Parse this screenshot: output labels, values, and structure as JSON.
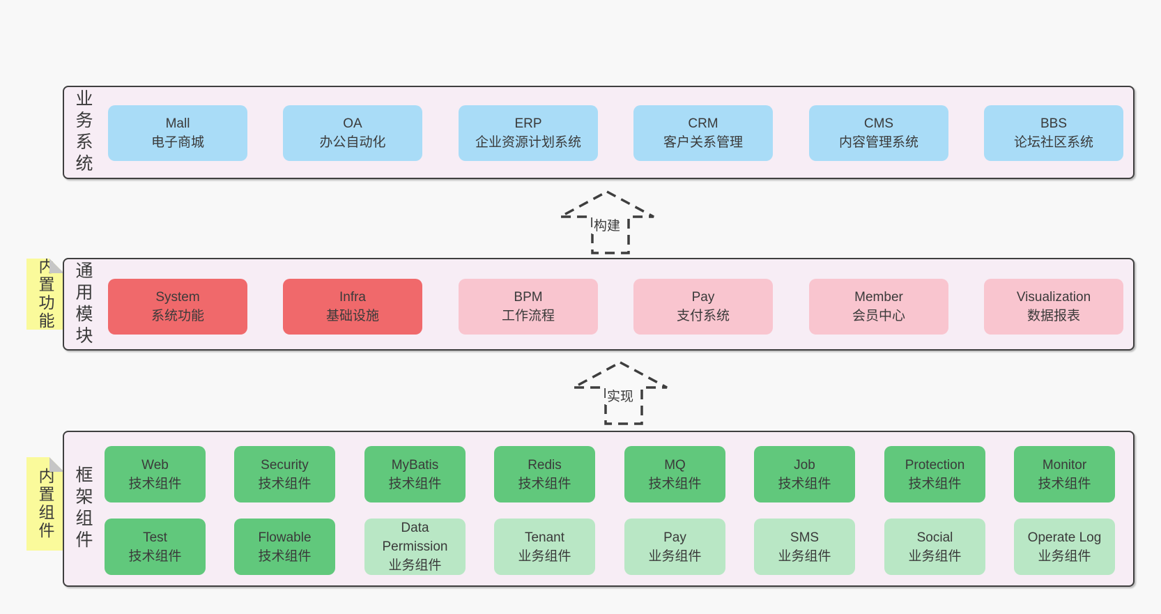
{
  "colors": {
    "page_background": "#f8f8f8",
    "band_background": "#f7edf5",
    "band_border": "#3f3f3f",
    "box_blue": "#a9dcf7",
    "box_red": "#f0696b",
    "box_pink": "#f9c5cf",
    "box_green": "#61c87c",
    "box_light_green": "#b9e7c5",
    "note_yellow": "#fafa9b",
    "note_fold_gray": "#c6c6c6",
    "text": "#3a3a3a"
  },
  "bands": [
    {
      "label": "业务系统",
      "boxes": [
        {
          "title": "Mall",
          "subtitle": "电子商城",
          "variant": "blue"
        },
        {
          "title": "OA",
          "subtitle": "办公自动化",
          "variant": "blue"
        },
        {
          "title": "ERP",
          "subtitle": "企业资源计划系统",
          "variant": "blue"
        },
        {
          "title": "CRM",
          "subtitle": "客户关系管理",
          "variant": "blue"
        },
        {
          "title": "CMS",
          "subtitle": "内容管理系统",
          "variant": "blue"
        },
        {
          "title": "BBS",
          "subtitle": "论坛社区系统",
          "variant": "blue"
        }
      ]
    },
    {
      "label": "通用模块",
      "note": "内置功能",
      "boxes": [
        {
          "title": "System",
          "subtitle": "系统功能",
          "variant": "red"
        },
        {
          "title": "Infra",
          "subtitle": "基础设施",
          "variant": "red"
        },
        {
          "title": "BPM",
          "subtitle": "工作流程",
          "variant": "pink"
        },
        {
          "title": "Pay",
          "subtitle": "支付系统",
          "variant": "pink"
        },
        {
          "title": "Member",
          "subtitle": "会员中心",
          "variant": "pink"
        },
        {
          "title": "Visualization",
          "subtitle": "数据报表",
          "variant": "pink"
        }
      ]
    },
    {
      "label": "框架组件",
      "note": "内置组件",
      "rows": [
        [
          {
            "title": "Web",
            "subtitle": "技术组件",
            "variant": "green"
          },
          {
            "title": "Security",
            "subtitle": "技术组件",
            "variant": "green"
          },
          {
            "title": "MyBatis",
            "subtitle": "技术组件",
            "variant": "green"
          },
          {
            "title": "Redis",
            "subtitle": "技术组件",
            "variant": "green"
          },
          {
            "title": "MQ",
            "subtitle": "技术组件",
            "variant": "green"
          },
          {
            "title": "Job",
            "subtitle": "技术组件",
            "variant": "green"
          },
          {
            "title": "Protection",
            "subtitle": "技术组件",
            "variant": "green"
          },
          {
            "title": "Monitor",
            "subtitle": "技术组件",
            "variant": "green"
          }
        ],
        [
          {
            "title": "Test",
            "subtitle": "技术组件",
            "variant": "green"
          },
          {
            "title": "Flowable",
            "subtitle": "技术组件",
            "variant": "green"
          },
          {
            "title": "Data Permission",
            "subtitle": "业务组件",
            "variant": "light-green"
          },
          {
            "title": "Tenant",
            "subtitle": "业务组件",
            "variant": "light-green"
          },
          {
            "title": "Pay",
            "subtitle": "业务组件",
            "variant": "light-green"
          },
          {
            "title": "SMS",
            "subtitle": "业务组件",
            "variant": "light-green"
          },
          {
            "title": "Social",
            "subtitle": "业务组件",
            "variant": "light-green"
          },
          {
            "title": "Operate Log",
            "subtitle": "业务组件",
            "variant": "light-green"
          }
        ]
      ]
    }
  ],
  "arrows": [
    {
      "label": "构建"
    },
    {
      "label": "实现"
    }
  ]
}
